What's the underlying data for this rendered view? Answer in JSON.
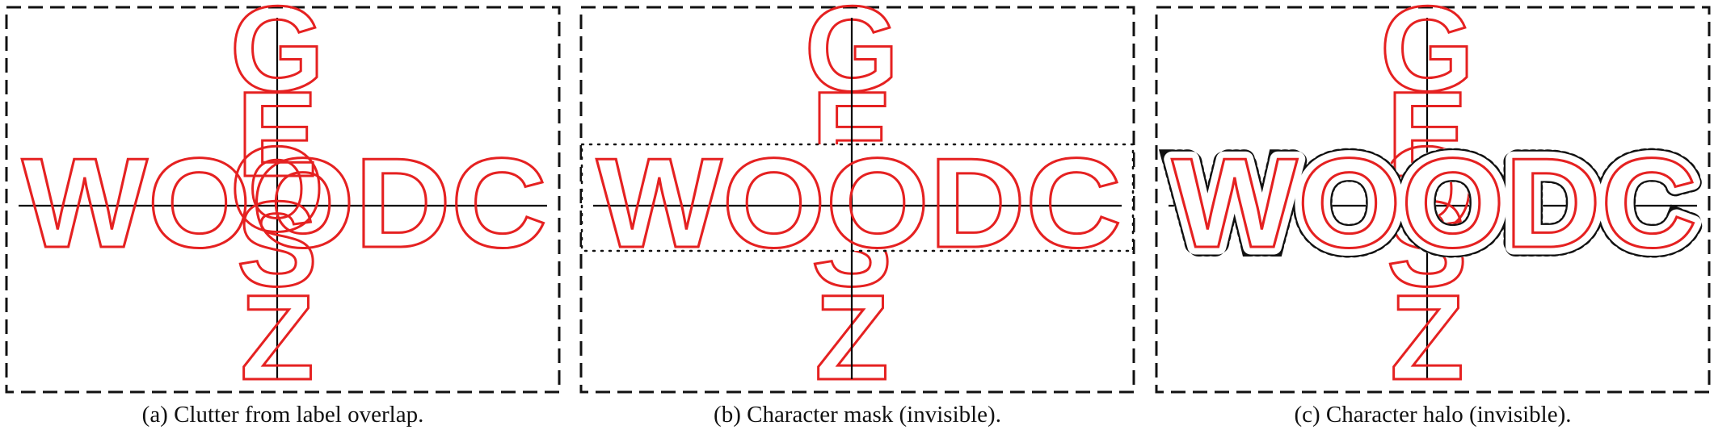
{
  "colors": {
    "label": "#e52121",
    "frame": "#111111",
    "axis": "#000000"
  },
  "labels": {
    "horizontal": "WOODC",
    "vertical": "GEOSZ"
  },
  "panels": [
    {
      "id": "a",
      "caption": "(a)  Clutter from label overlap.",
      "treatment": "overlap"
    },
    {
      "id": "b",
      "caption": "(b)  Character mask (invisible).",
      "treatment": "mask"
    },
    {
      "id": "c",
      "caption": "(c)  Character halo (invisible).",
      "treatment": "halo"
    }
  ]
}
